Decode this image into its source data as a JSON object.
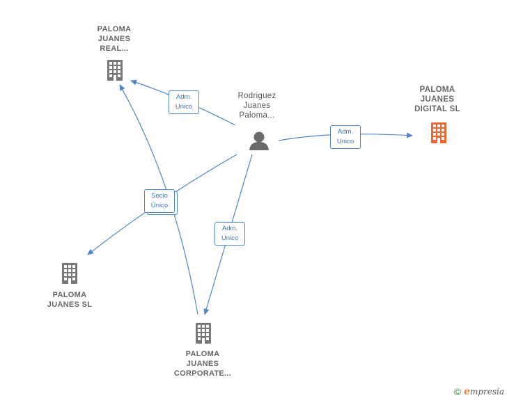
{
  "nodes": {
    "real": {
      "label": "PALOMA\nJUANES\nREAL...",
      "color": "#777777"
    },
    "person": {
      "label": "Rodriguez\nJuanes\nPaloma...",
      "color": "#777777"
    },
    "digital": {
      "label": "PALOMA\nJUANES\nDIGITAL  SL",
      "color": "#ee6633"
    },
    "sl": {
      "label": "PALOMA\nJUANES  SL",
      "color": "#777777"
    },
    "corporate": {
      "label": "PALOMA\nJUANES\nCORPORATE...",
      "color": "#777777"
    }
  },
  "edges": {
    "adm_real": "Adm.\nUnico",
    "adm_digital": "Adm.\nUnico",
    "socio_unico": "Socio\nÚnico",
    "adm_corporate": "Adm.\nUnico"
  },
  "colors": {
    "edge": "#4a86c8"
  },
  "footer": {
    "copyright": "©",
    "brand_first": "e",
    "brand_rest": "mpresia"
  }
}
